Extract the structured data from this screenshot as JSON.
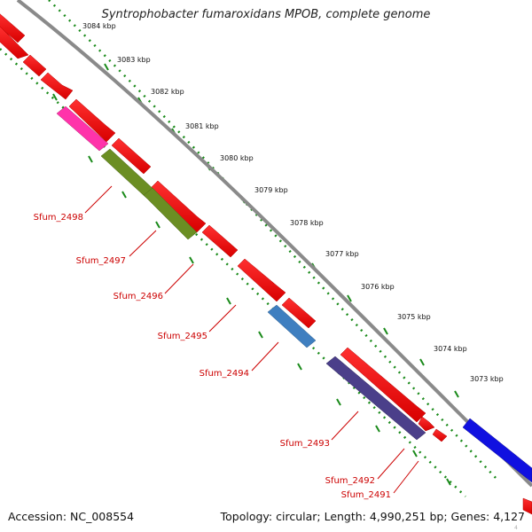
{
  "title": "Syntrophobacter fumaroxidans MPOB, complete genome",
  "footer": {
    "accession": "Accession: NC_008554",
    "topology": "Topology: circular; Length: 4,990,251 bp; Genes: 4,127"
  },
  "ticks": [
    "3084 kbp",
    "3083 kbp",
    "3082 kbp",
    "3081 kbp",
    "3080 kbp",
    "3079 kbp",
    "3078 kbp",
    "3077 kbp",
    "3076 kbp",
    "3075 kbp",
    "3074 kbp",
    "3073 kbp"
  ],
  "gene_labels": [
    "Sfum_2498",
    "Sfum_2497",
    "Sfum_2496",
    "Sfum_2495",
    "Sfum_2494",
    "Sfum_2493",
    "Sfum_2492",
    "Sfum_2491"
  ],
  "corner_mark": "4",
  "colors": {
    "backbone": "#8a8a8a",
    "tick_track": "#1a8a1a",
    "forward_gene": "#ff1a1a",
    "label": "#cc0000",
    "magenta_gene": "#ff33aa",
    "olive_gene": "#6b8e23",
    "steelblue_gene": "#3f7fc0",
    "purple_gene": "#4b3f8a",
    "blue_gene": "#1010e0"
  }
}
